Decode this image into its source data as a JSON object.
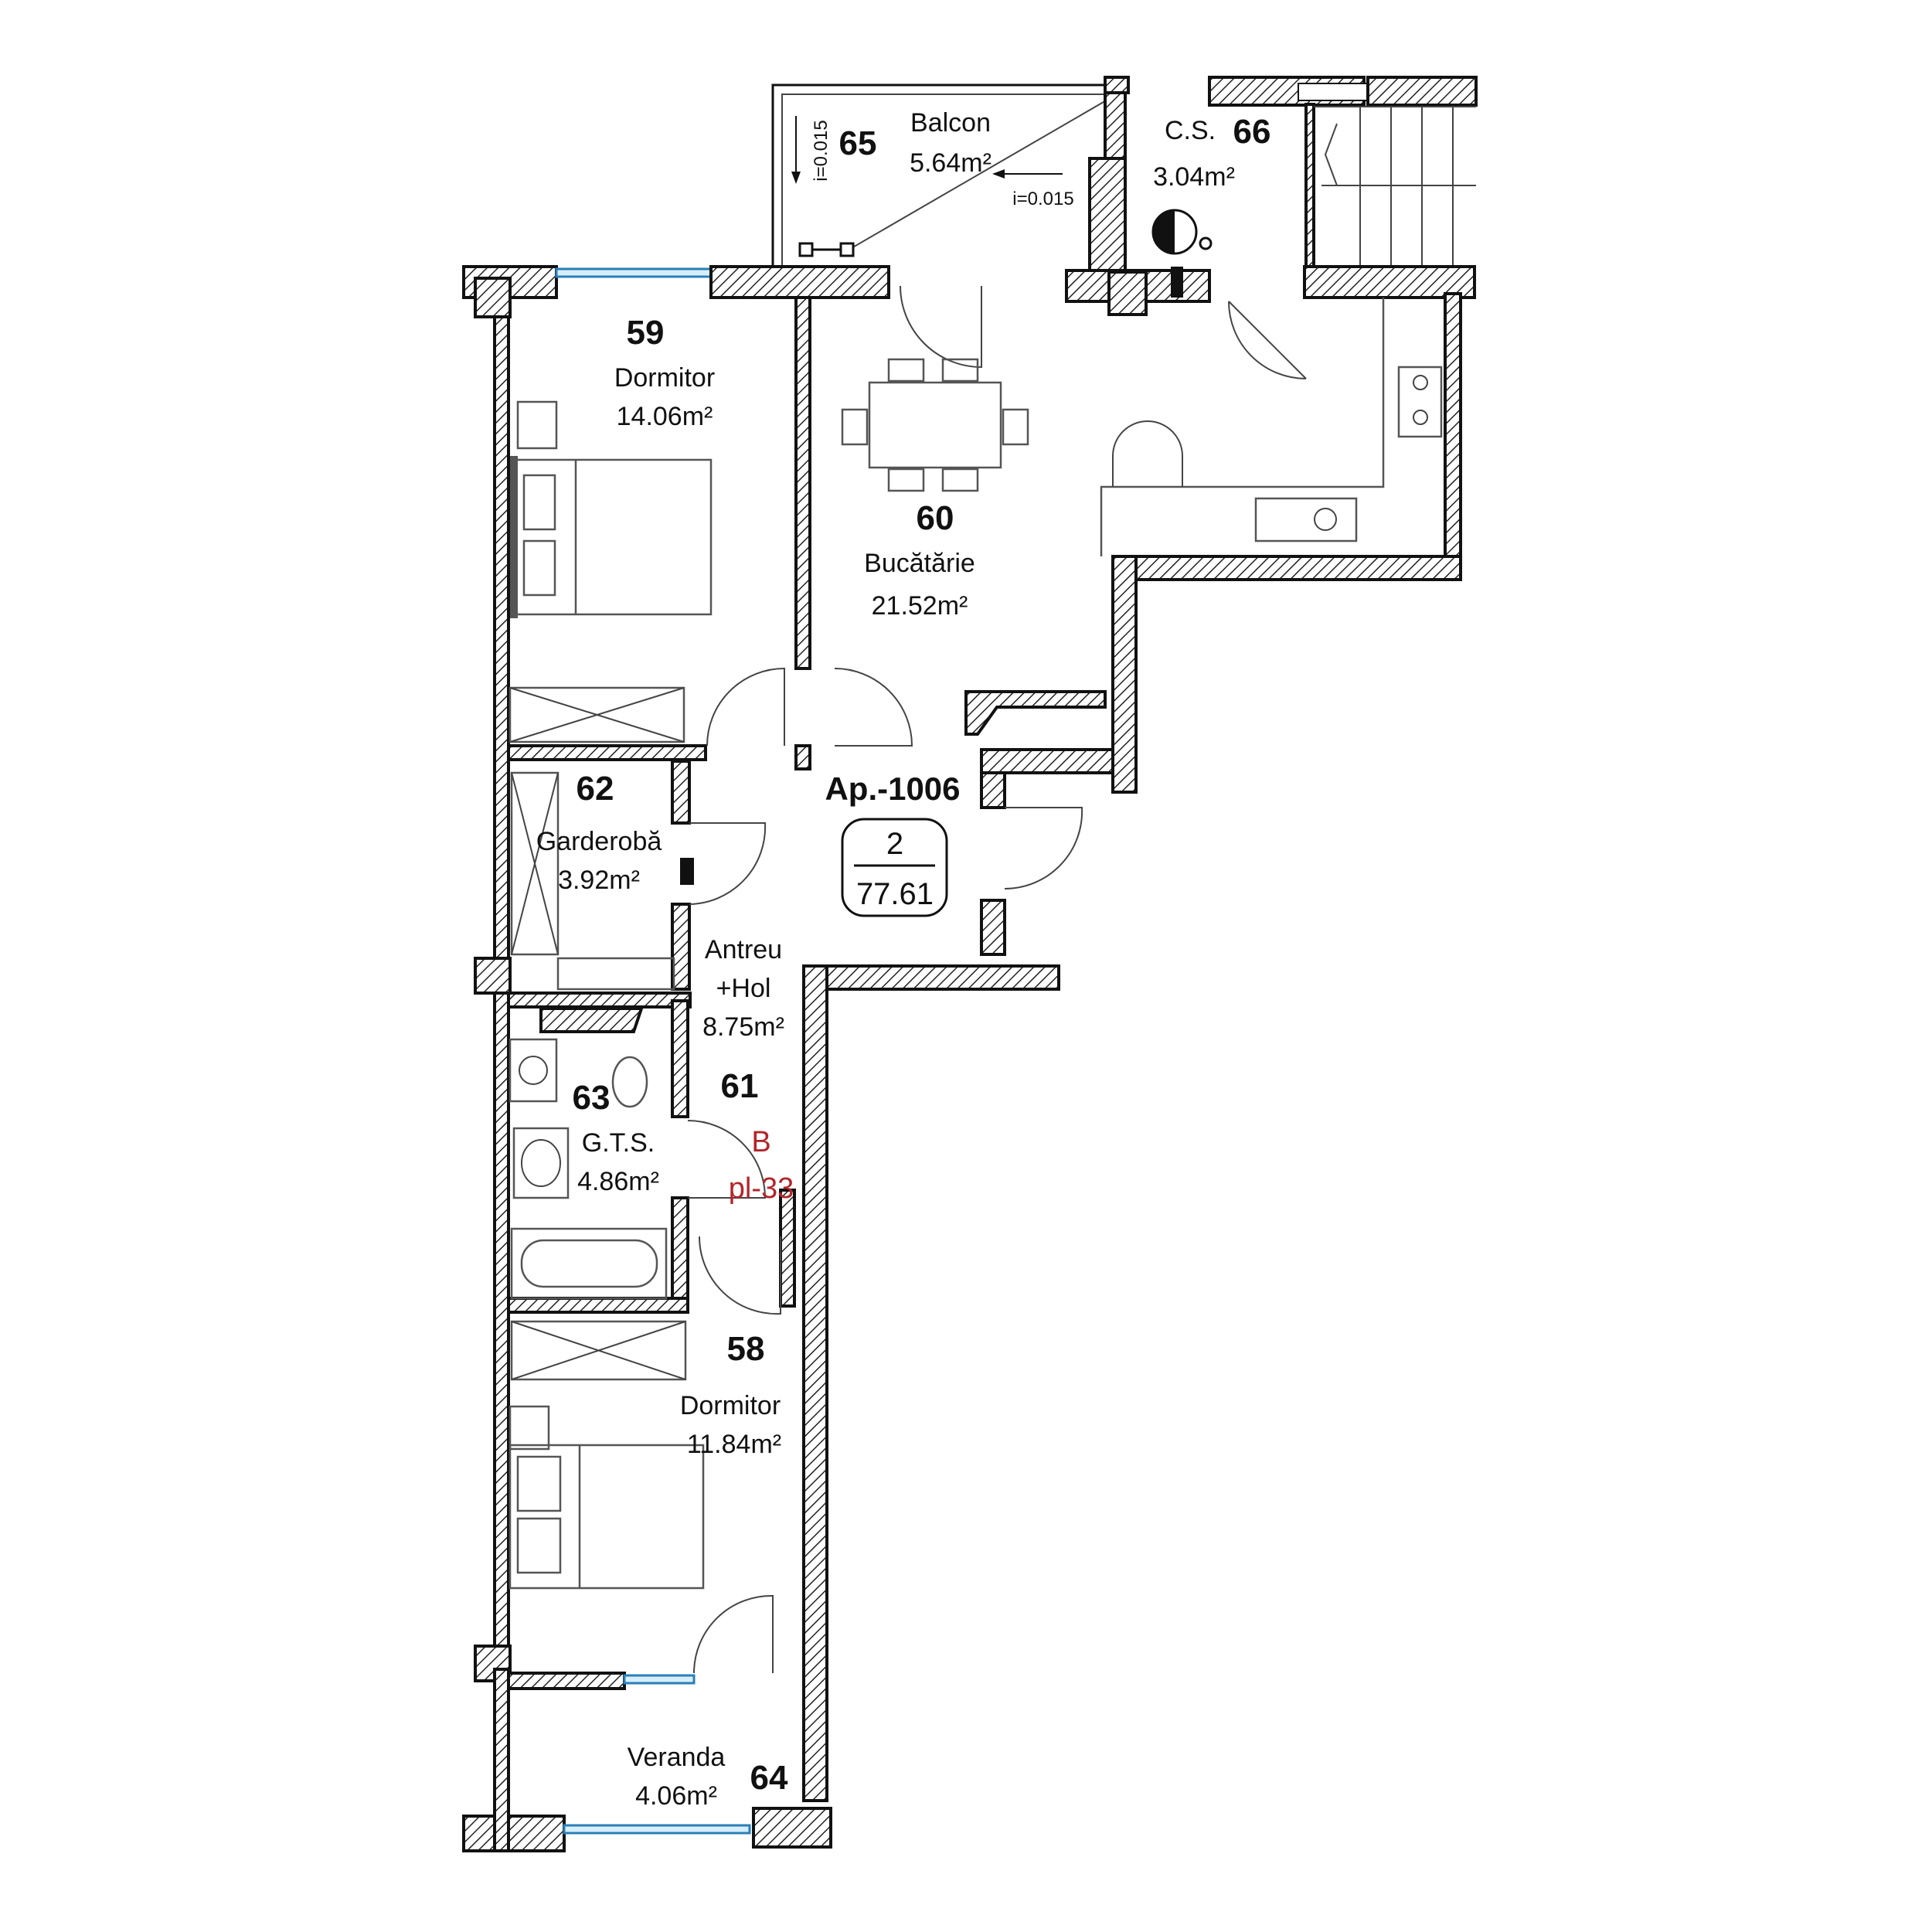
{
  "apartment": {
    "label": "Ap.-1006",
    "rooms": "2",
    "area": "77.61"
  },
  "stair_mark": {
    "letter": "B",
    "code": "pl-33"
  },
  "rooms": [
    {
      "number": "59",
      "name": "Dormitor",
      "area": "14.06m²"
    },
    {
      "number": "60",
      "name": "Bucătărie",
      "area": "21.52m²"
    },
    {
      "number": "61",
      "name": "Antreu",
      "name2": "+Hol",
      "area": "8.75m²"
    },
    {
      "number": "62",
      "name": "Garderobă",
      "area": "3.92m²"
    },
    {
      "number": "63",
      "name": "G.T.S.",
      "area": "4.86m²"
    },
    {
      "number": "58",
      "name": "Dormitor",
      "area": "11.84m²"
    },
    {
      "number": "64",
      "name": "Veranda",
      "area": "4.06m²"
    },
    {
      "number": "65",
      "name": "Balcon",
      "area": "5.64m²"
    },
    {
      "number": "66",
      "name": "C.S.",
      "area": "3.04m²"
    }
  ],
  "slopes": {
    "balcony_vertical": "i=0.015",
    "balcony_horizontal": "i=0.015"
  }
}
